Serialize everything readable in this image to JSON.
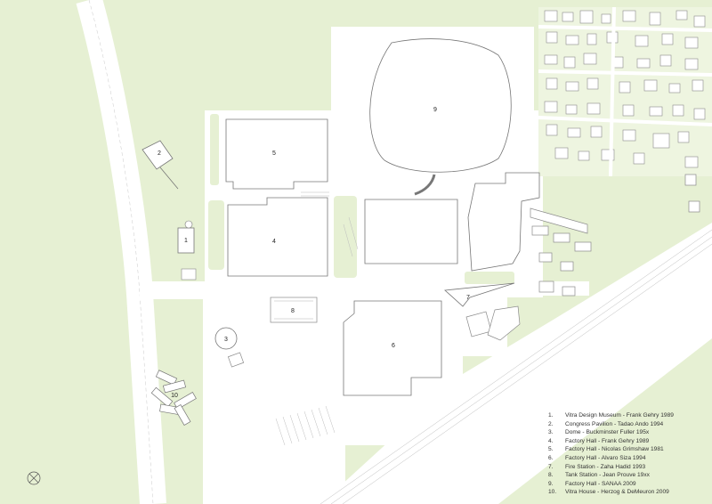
{
  "colors": {
    "green": "#e6f0d3",
    "green_light": "#eef5e0",
    "paved": "#ffffff",
    "building_stroke": "#777777"
  },
  "markers": [
    "1",
    "2",
    "3",
    "4",
    "5",
    "6",
    "7",
    "8",
    "9",
    "10"
  ],
  "north_symbol": "compass-rose-icon",
  "legend": [
    {
      "num": "1.",
      "text": "Vitra Design Museum - Frank Gehry 1989"
    },
    {
      "num": "2.",
      "text": "Congress Pavilion - Tadao Ando 1994"
    },
    {
      "num": "3.",
      "text": "Dome - Buckminster Fuller 195x"
    },
    {
      "num": "4.",
      "text": "Factory Hall - Frank Gehry 1989"
    },
    {
      "num": "5.",
      "text": "Factory Hall - Nicolas Grimshaw 1981"
    },
    {
      "num": "6.",
      "text": "Factory Hall - Alvaro Siza 1994"
    },
    {
      "num": "7.",
      "text": "Fire Station - Zaha Hadid 1993"
    },
    {
      "num": "8.",
      "text": "Tank Station - Jean Prouve 19xx"
    },
    {
      "num": "9.",
      "text": "Factory Hall - SANAA 2009"
    },
    {
      "num": "10.",
      "text": "Vitra House - Herzog & DeMeuron 2009"
    }
  ]
}
